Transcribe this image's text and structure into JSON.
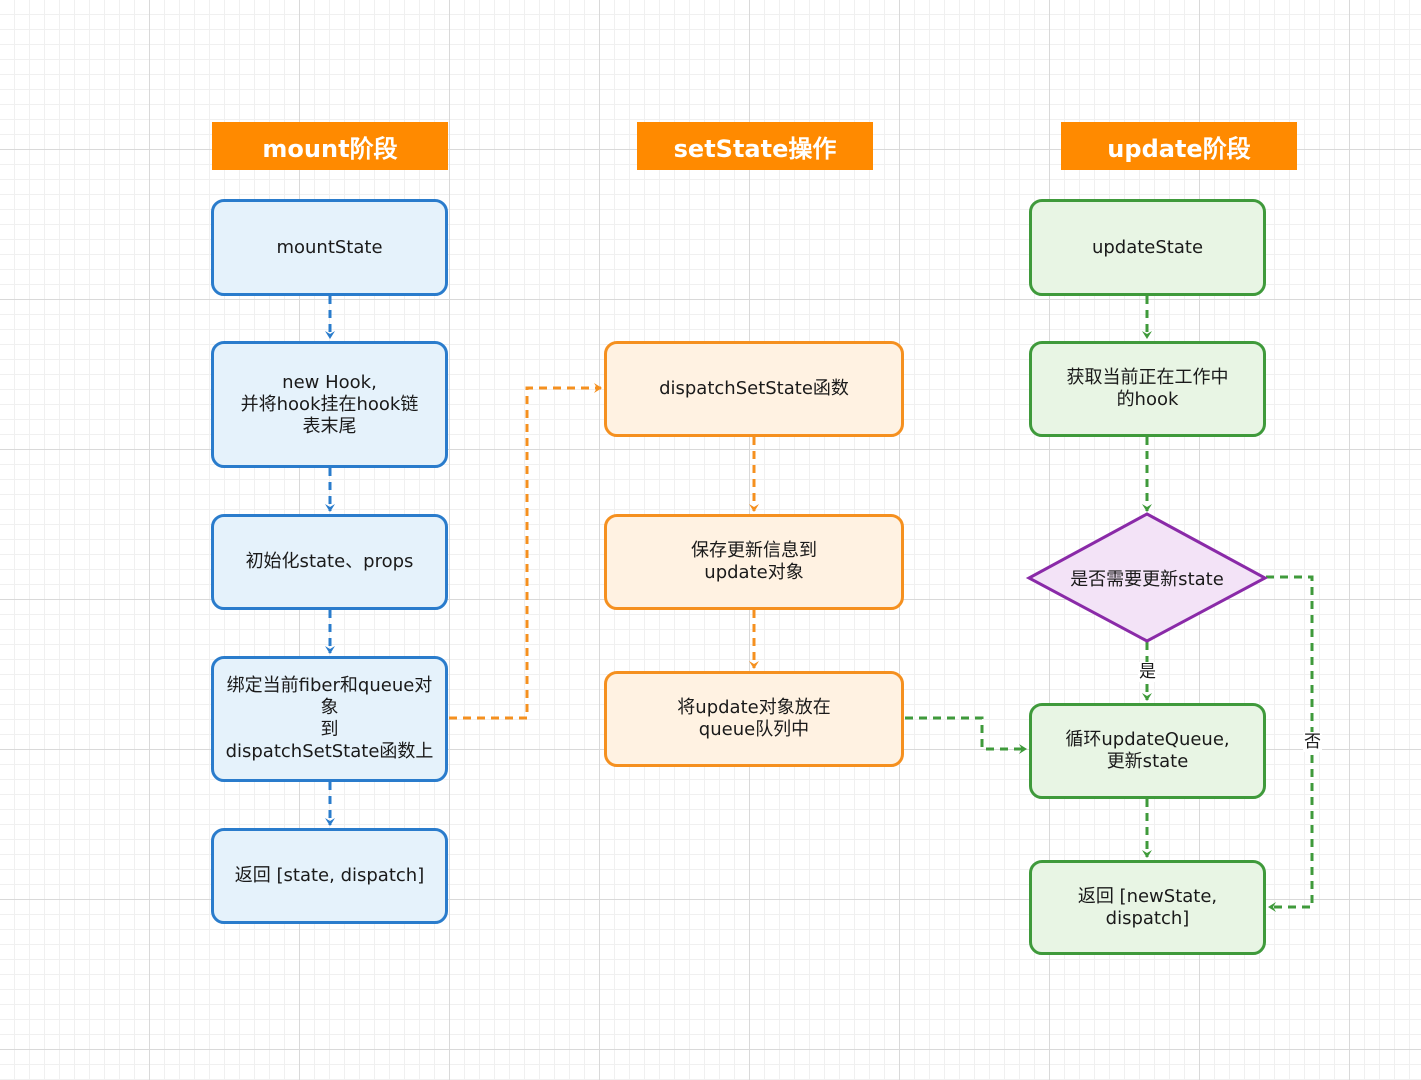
{
  "headers": {
    "mount": "mount阶段",
    "setstate": "setState操作",
    "update": "update阶段"
  },
  "mount_steps": [
    "mountState",
    "new Hook,\n并将hook挂在hook链\n表末尾",
    "初始化state、props",
    "绑定当前fiber和queue对象\n到\ndispatchSetState函数上",
    "返回 [state, dispatch]"
  ],
  "setstate_steps": [
    "dispatchSetState函数",
    "保存更新信息到\nupdate对象",
    "将update对象放在\nqueue队列中"
  ],
  "update_steps": {
    "start": "updateState",
    "get_hook": "获取当前正在工作中\n的hook",
    "decision": "是否需要更新state",
    "loop": "循环updateQueue,\n更新state",
    "return": "返回 [newState, dispatch]"
  },
  "edge_labels": {
    "yes": "是",
    "no": "否"
  },
  "colors": {
    "header": "#ff8a00",
    "mount_border": "#2a7ccc",
    "mount_fill": "#e5f2fb",
    "setstate_border": "#f5901f",
    "setstate_fill": "#fff2e2",
    "update_border": "#3f9a3b",
    "update_fill": "#e8f5e4",
    "decision_border": "#8a2aa8",
    "decision_fill": "#f3e3f7"
  }
}
